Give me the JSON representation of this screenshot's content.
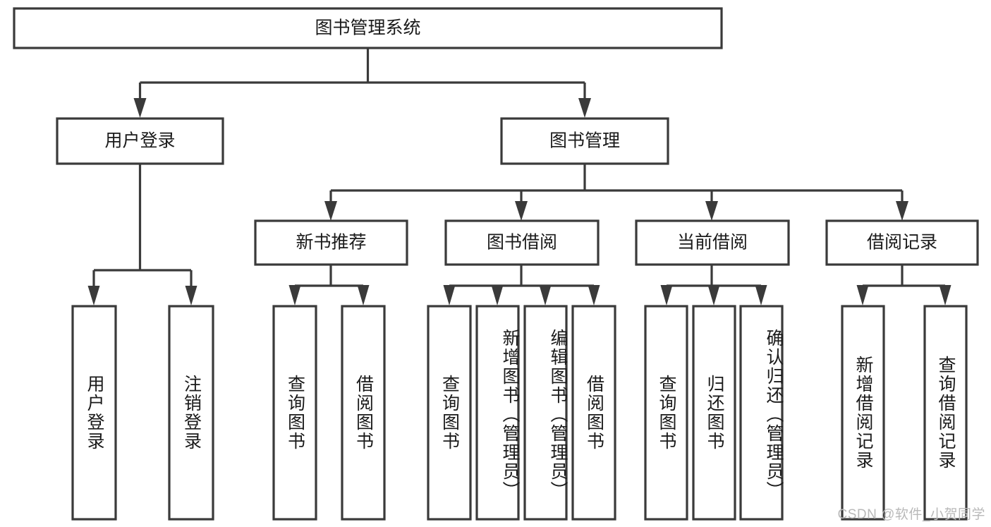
{
  "diagram": {
    "title": "图书管理系统",
    "type": "tree-hierarchy",
    "orientation": "top-down",
    "colors": {
      "box_stroke": "#3a3a3a",
      "box_fill": "#ffffff",
      "connector": "#3a3a3a",
      "text": "#1a1a1a",
      "watermark": "#b9b9b9",
      "background": "#ffffff"
    },
    "root": {
      "label": "图书管理系统",
      "orientation": "horizontal"
    },
    "level2": [
      {
        "label": "用户登录",
        "orientation": "horizontal"
      },
      {
        "label": "图书管理",
        "orientation": "horizontal"
      }
    ],
    "level3": [
      {
        "label": "新书推荐",
        "orientation": "horizontal"
      },
      {
        "label": "图书借阅",
        "orientation": "horizontal"
      },
      {
        "label": "当前借阅",
        "orientation": "horizontal"
      },
      {
        "label": "借阅记录",
        "orientation": "horizontal"
      }
    ],
    "leaves": {
      "user_login": [
        {
          "label": "用户登录",
          "orientation": "vertical"
        },
        {
          "label": "注销登录",
          "orientation": "vertical"
        }
      ],
      "new_book_recommend": [
        {
          "label": "查询图书",
          "orientation": "vertical"
        },
        {
          "label": "借阅图书",
          "orientation": "vertical"
        }
      ],
      "book_borrow": [
        {
          "label": "查询图书",
          "orientation": "vertical"
        },
        {
          "label": "新增图书（管理员）",
          "orientation": "vertical"
        },
        {
          "label": "编辑图书（管理员）",
          "orientation": "vertical"
        },
        {
          "label": "借阅图书",
          "orientation": "vertical"
        }
      ],
      "current_borrow": [
        {
          "label": "查询图书",
          "orientation": "vertical"
        },
        {
          "label": "归还图书",
          "orientation": "vertical"
        },
        {
          "label": "确认归还（管理员）",
          "orientation": "vertical"
        }
      ],
      "borrow_record": [
        {
          "label": "新增借阅记录",
          "orientation": "vertical"
        },
        {
          "label": "查询借阅记录",
          "orientation": "vertical"
        }
      ]
    }
  },
  "watermark": {
    "text": "CSDN @软件_小贺同学"
  }
}
